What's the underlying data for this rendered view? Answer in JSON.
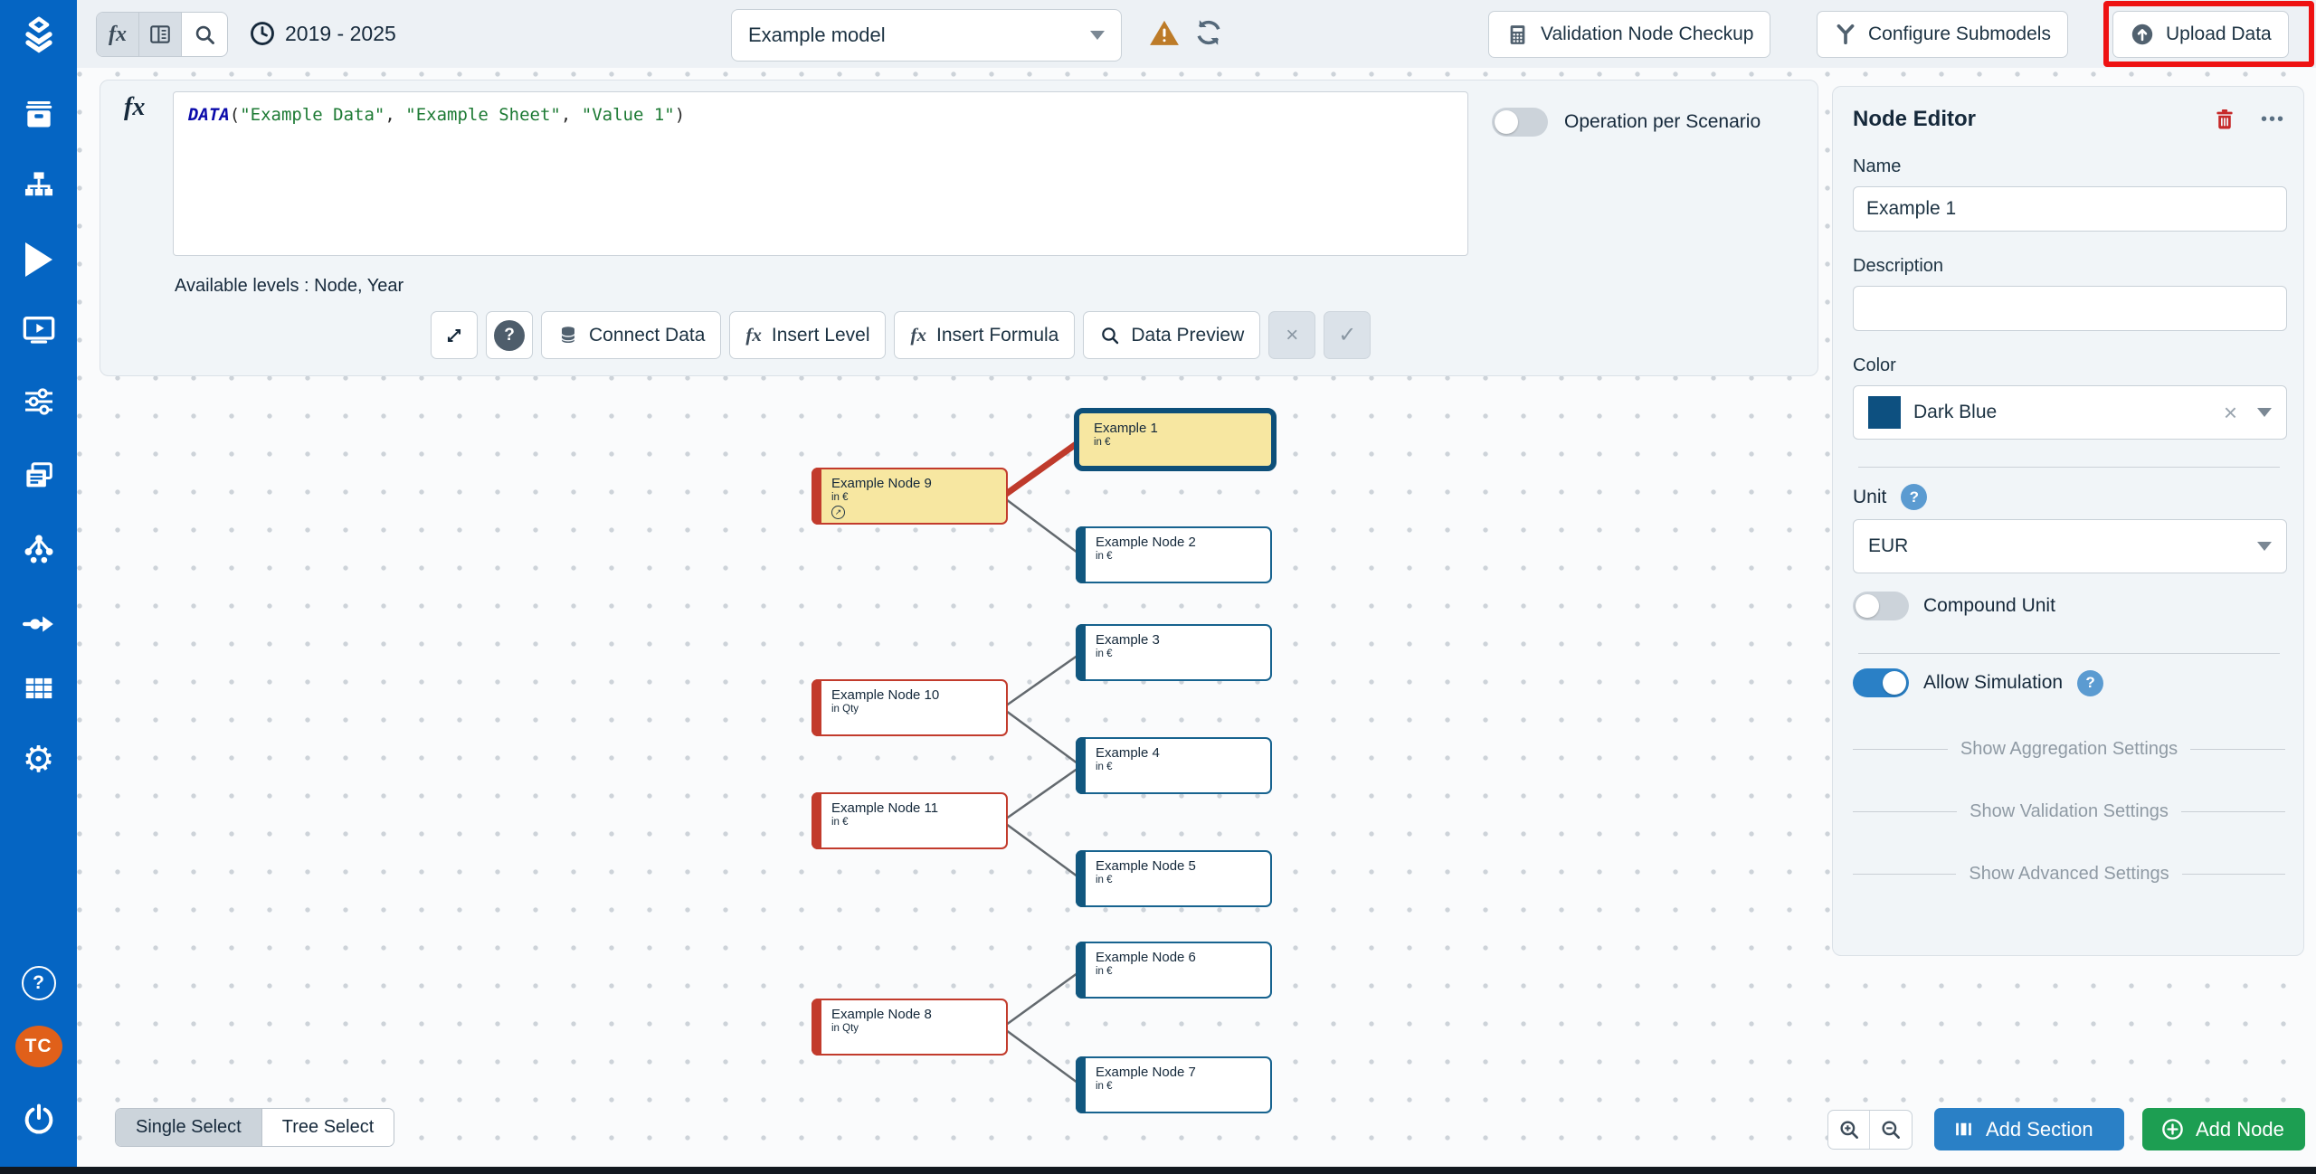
{
  "app": {
    "avatar_initials": "TC"
  },
  "icons": {
    "fx": "fx",
    "help": "?",
    "close": "×",
    "check": "✓",
    "ellipsis": "•••",
    "export_arrow": "↗",
    "clear": "×"
  },
  "topbar": {
    "time_range": "2019 - 2025",
    "model_select_value": "Example model",
    "validation_button": "Validation Node Checkup",
    "submodels_button": "Configure Submodels",
    "upload_button": "Upload Data"
  },
  "formula_editor": {
    "function": "DATA",
    "paren_open": "(",
    "arg1": "\"Example Data\"",
    "comma1": ", ",
    "arg2": "\"Example Sheet\"",
    "comma2": ", ",
    "arg3": "\"Value 1\"",
    "paren_close": ")",
    "available_levels": "Available levels : Node, Year",
    "connect_data": "Connect Data",
    "insert_level": "Insert Level",
    "insert_formula": "Insert Formula",
    "data_preview": "Data Preview",
    "operation_toggle": "Operation per Scenario"
  },
  "node_editor": {
    "title": "Node Editor",
    "name_label": "Name",
    "name_value": "Example 1",
    "description_label": "Description",
    "description_value": "",
    "color_label": "Color",
    "color_value": "Dark Blue",
    "color_hex": "#0d5080",
    "unit_label": "Unit",
    "unit_value": "EUR",
    "compound_unit": "Compound Unit",
    "allow_simulation": "Allow Simulation",
    "links": [
      "Show Aggregation Settings",
      "Show Validation Settings",
      "Show Advanced Settings"
    ]
  },
  "diagram": {
    "nodes": [
      {
        "name": "Example 1",
        "unit": "in €"
      },
      {
        "name": "Example Node 9",
        "unit": "in €"
      },
      {
        "name": "Example Node 2",
        "unit": "in €"
      },
      {
        "name": "Example 3",
        "unit": "in €"
      },
      {
        "name": "Example Node 10",
        "unit": "in Qty"
      },
      {
        "name": "Example 4",
        "unit": "in €"
      },
      {
        "name": "Example Node 11",
        "unit": "in €"
      },
      {
        "name": "Example Node 5",
        "unit": "in €"
      },
      {
        "name": "Example Node 6",
        "unit": "in €"
      },
      {
        "name": "Example Node 8",
        "unit": "in Qty"
      },
      {
        "name": "Example Node 7",
        "unit": "in €"
      }
    ]
  },
  "footer": {
    "single_select": "Single Select",
    "tree_select": "Tree Select",
    "add_section": "Add Section",
    "add_node": "Add Node"
  },
  "colors": {
    "sidebar": "#0565c3",
    "accent_blue": "#2a80c6",
    "accent_green": "#1d9e52",
    "node_red": "#c23b2c",
    "node_blue": "#17638f",
    "selected_border": "#0d4f79",
    "node_yellow": "#f7e7a1",
    "highlight_red": "#ee1212",
    "warning_orange": "#bd7b28"
  }
}
